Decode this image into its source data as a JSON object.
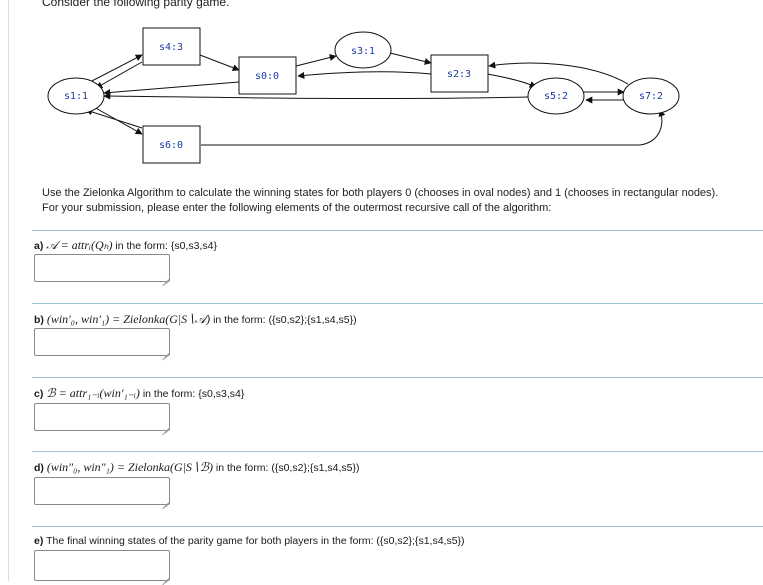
{
  "intro": "Consider the following parity game.",
  "graph": {
    "nodes": [
      {
        "id": "s1",
        "label": "s1:1",
        "shape": "oval"
      },
      {
        "id": "s4",
        "label": "s4:3",
        "shape": "rect"
      },
      {
        "id": "s6",
        "label": "s6:0",
        "shape": "rect"
      },
      {
        "id": "s0",
        "label": "s0:0",
        "shape": "rect"
      },
      {
        "id": "s3",
        "label": "s3:1",
        "shape": "oval"
      },
      {
        "id": "s2",
        "label": "s2:3",
        "shape": "rect"
      },
      {
        "id": "s5",
        "label": "s5:2",
        "shape": "oval"
      },
      {
        "id": "s7",
        "label": "s7:2",
        "shape": "oval"
      }
    ]
  },
  "description": {
    "line1": "Use the Zielonka Algorithm to calculate the winning states for both players 0 (chooses in oval nodes) and 1 (chooses in rectangular nodes).",
    "line2": "For your submission, please enter the following elements of the outermost recursive call of the algorithm:"
  },
  "questions": [
    {
      "id": "a",
      "prefix": "a)",
      "formula": "𝒜 = attrᵢ(Qₕ)",
      "suffix": "in the form: {s0,s3,s4}",
      "value": ""
    },
    {
      "id": "b",
      "prefix": "b)",
      "formula": "(win′₀, win′₁) = Zielonka(G|S∖𝒜)",
      "suffix": "in the form: ({s0,s2};{s1,s4,s5})",
      "value": ""
    },
    {
      "id": "c",
      "prefix": "c)",
      "formula": "ℬ = attr₁₋ᵢ(win′₁₋ᵢ)",
      "suffix": "in the form: {s0,s3,s4}",
      "value": ""
    },
    {
      "id": "d",
      "prefix": "d)",
      "formula": "(win″₀, win″₁) = Zielonka(G|S∖ℬ)",
      "suffix": "in the form: ({s0,s2};{s1,s4,s5})",
      "value": ""
    },
    {
      "id": "e",
      "prefix": "e)",
      "formula": "",
      "suffix": "The final winning states of the parity game for both players in the form: ({s0,s2};{s1,s4,s5})",
      "value": ""
    }
  ]
}
